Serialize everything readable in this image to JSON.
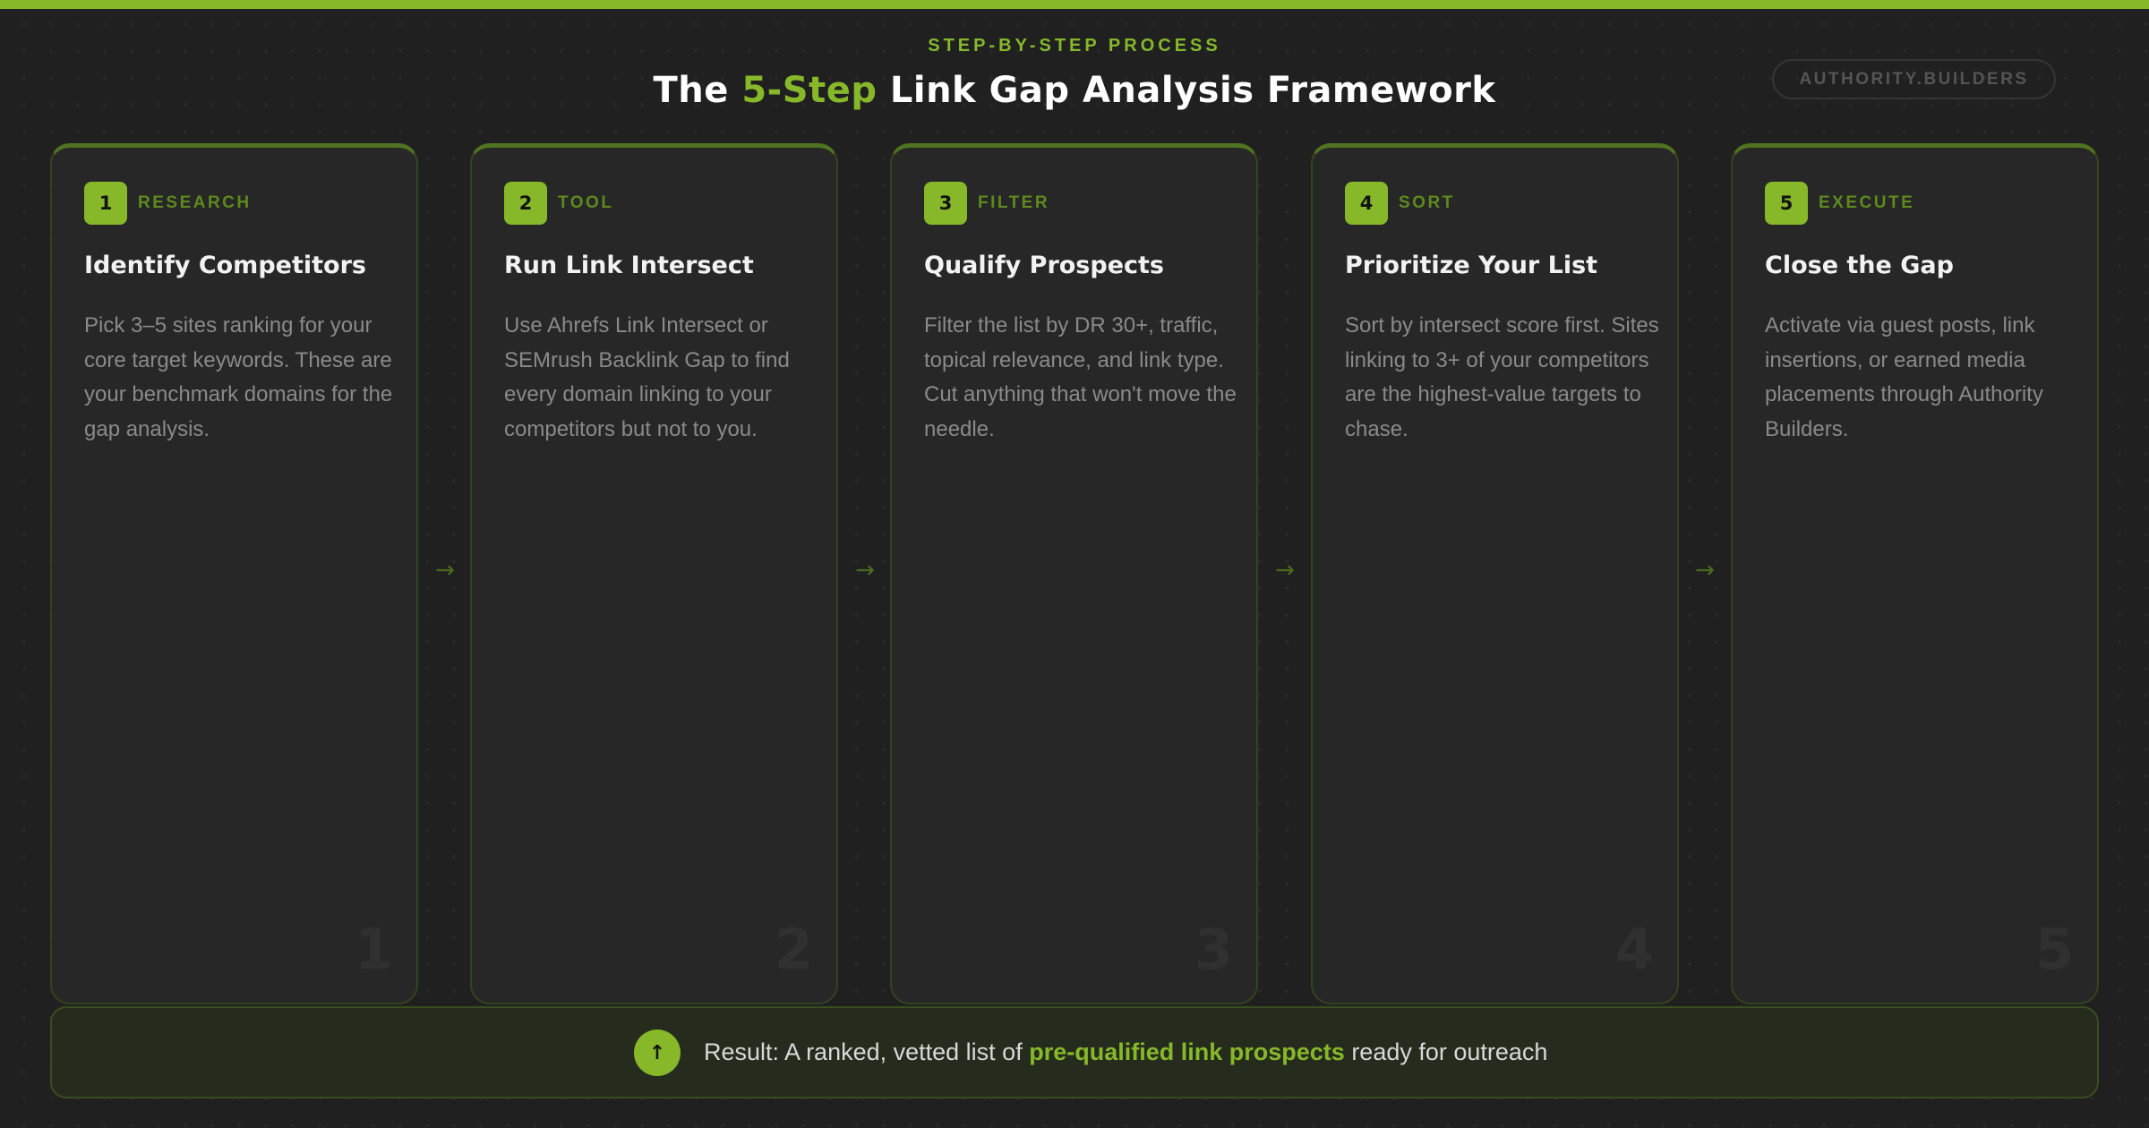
{
  "header": {
    "eyebrow": "STEP-BY-STEP PROCESS",
    "title_prefix": "The ",
    "title_accent": "5-Step",
    "title_suffix": " Link Gap Analysis Framework",
    "brand": "AUTHORITY.BUILDERS"
  },
  "arrow_glyph": "→",
  "steps": [
    {
      "number": "1",
      "tag": "RESEARCH",
      "title": "Identify Competitors",
      "description": "Pick 3–5 sites ranking for your core target keywords. These are your benchmark domains for the gap analysis.",
      "ghost_number": "1"
    },
    {
      "number": "2",
      "tag": "TOOL",
      "title": "Run Link Intersect",
      "description": "Use Ahrefs Link Intersect or SEMrush Backlink Gap to find every domain linking to your competitors but not to you.",
      "ghost_number": "2"
    },
    {
      "number": "3",
      "tag": "FILTER",
      "title": "Qualify Prospects",
      "description": "Filter the list by DR 30+, traffic, topical relevance, and link type. Cut anything that won't move the needle.",
      "ghost_number": "3"
    },
    {
      "number": "4",
      "tag": "SORT",
      "title": "Prioritize Your List",
      "description": "Sort by intersect score first. Sites linking to 3+ of your competitors are the highest-value targets to chase.",
      "ghost_number": "4"
    },
    {
      "number": "5",
      "tag": "EXECUTE",
      "title": "Close the Gap",
      "description": "Activate via guest posts, link insertions, or earned media placements through Authority Builders.",
      "ghost_number": "5"
    }
  ],
  "result": {
    "icon": "↑",
    "text_prefix": "Result: A ranked, vetted list of ",
    "text_highlight": "pre-qualified link prospects",
    "text_suffix": " ready for outreach"
  },
  "colors": {
    "accent": "#86b82a",
    "background": "#202020",
    "card": "#272727"
  }
}
